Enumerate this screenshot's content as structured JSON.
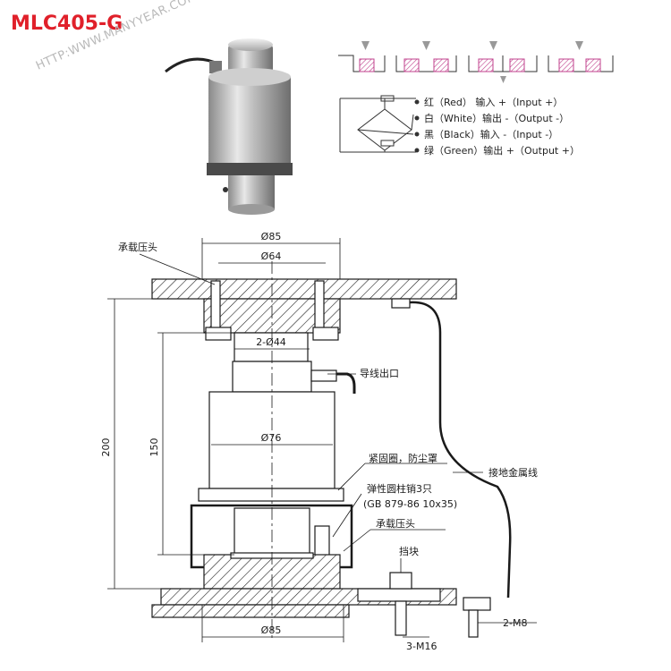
{
  "title": "MLC405-G",
  "watermark": "HTTP:WWW.MANYYEAR.COM",
  "wiring": [
    {
      "text": "红（Red）  输入 +（Input  +）"
    },
    {
      "text": "白（White）输出 -（Output -）"
    },
    {
      "text": "黑（Black）输入 -（Input  -）"
    },
    {
      "text": "绿（Green）输出 +（Output +）"
    }
  ],
  "dimensions": {
    "d85_top": "Ø85",
    "d64": "Ø64",
    "d44": "2-Ø44",
    "d76": "Ø76",
    "d85_bottom": "Ø85",
    "h200": "200",
    "h150": "150",
    "m16": "3-M16",
    "m8": "2-M8"
  },
  "labels": {
    "head_top": "承载压头",
    "cable_exit": "导线出口",
    "clamp": "紧固圈，防尘罩",
    "pin_line1": "弹性圆柱销3只",
    "pin_line2": "(GB 879-86 10x35)",
    "head_bottom": "承载压头",
    "stopper": "挡块",
    "ground": "接地金属线"
  },
  "colors": {
    "title": "#e0202a",
    "pad": "#c0408c",
    "line": "#1a1a1a"
  }
}
